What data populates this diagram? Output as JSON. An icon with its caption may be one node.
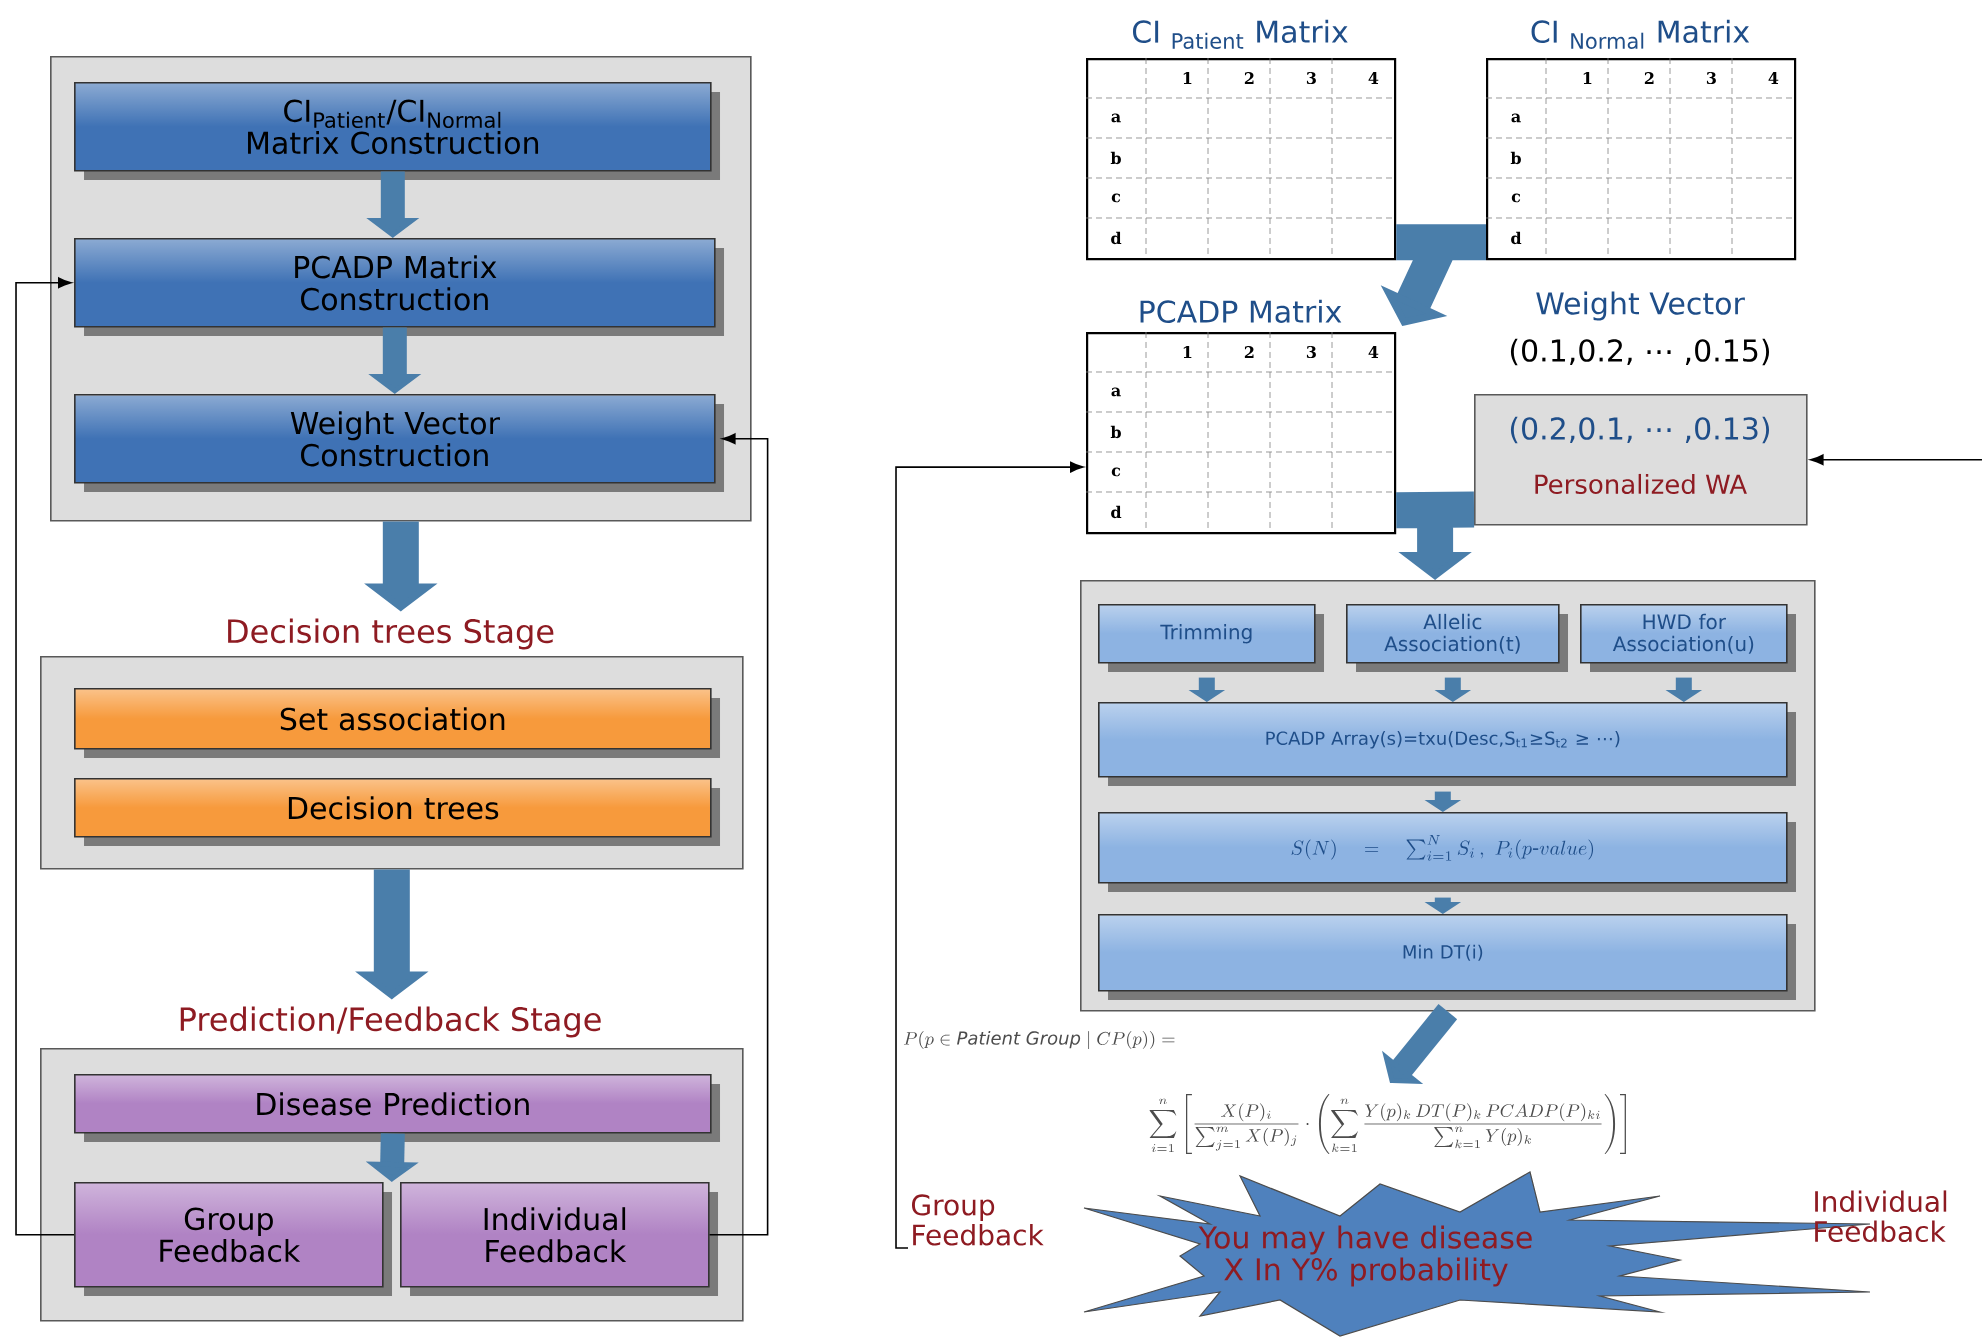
{
  "diagram": {
    "nodes": [
      {
        "text": [],
        "shape": "box"
      },
      {
        "text": [
          "CI$_{Patient}$/CI$_{Normal}$ Matrix Construction"
        ],
        "in": 0
      },
      {
        "text": [
          "PCADP Matrix Construction"
        ],
        "in": 0
      },
      {
        "text": [
          "Weight Vector Construction"
        ],
        "in": 0
      },
      {
        "text": [
          "Decision trees Stage"
        ]
      },
      {
        "text": [
          "Set association"
        ],
        "in": 4
      },
      {
        "text": [
          "Decision trees"
        ],
        "in": 4
      },
      {
        "text": [
          "Prediction/Feedback Stage"
        ]
      },
      {
        "text": [
          "Disease Prediction"
        ],
        "in": 7
      },
      {
        "text": [
          "Group Feedback"
        ],
        "in": 7
      },
      {
        "text": [
          "Individual Feedback"
        ],
        "in": 7
      },
      {
        "text": [
          "CI $_{Patient}$ Matrix",
          "1",
          "2",
          "3",
          "4",
          "a",
          "b",
          "c",
          "d"
        ]
      },
      {
        "text": [
          "CI $_{Normal}$ Matrix",
          "1",
          "2",
          "3",
          "4",
          "a",
          "b",
          "c",
          "d"
        ]
      },
      {
        "text": [
          "PCADP Matrix",
          "1",
          "2",
          "3",
          "4",
          "a",
          "b",
          "c",
          "d"
        ]
      },
      {
        "text": [
          "Weight Vector",
          "(0.1,0.2, ⋯ ,0.15)",
          "(0.2,0.1, ⋯ ,0.13)",
          "Personalized WA"
        ]
      },
      {
        "text": [],
        "shape": "box"
      },
      {
        "text": [
          "Trimming"
        ],
        "in": 15
      },
      {
        "text": [
          "Allelic Association(t)"
        ],
        "in": 15
      },
      {
        "text": [
          "HWD for Association(u)"
        ],
        "in": 15
      },
      {
        "text": [
          "PCADP Array(s)=txu(Desc,S$_{t1}$≥S$_{t2}$ ≥ ⋯)"
        ],
        "in": 15
      },
      {
        "text": [
          "S(N)=\\sum_{i=1}^{N}S_i\\,,\\ P_i(p\\mbox{-}value)"
        ],
        "in": 15
      },
      {
        "text": [
          "Min DT(i)"
        ],
        "in": 15
      },
      {
        "text": [
          "P(p\\in \\mathit{Patient\\ Group}\\mid CP(p)) =",
          "\\sum_{i=1}^{n}\\left[\\frac{X(P)_i}{\\sum_{j=1}^{m}X(P)_j}\\cdot\\left(\\sum_{k=1}^{n}\\frac{Y(p)_k\\,DT(P)_k\\,PCADP(P)_{ki}}{\\sum_{k=1}^{n}Y(p)_k}\\right)\\right]"
        ]
      },
      {
        "text": [
          "You may have disease X In Y% probability"
        ]
      },
      {
        "text": [
          "Group Feedback"
        ]
      },
      {
        "text": [
          "Individual Feedback"
        ]
      }
    ],
    "edges": [
      {
        "from": 1,
        "to": 2,
        "arrow": "to"
      },
      {
        "from": 2,
        "to": 3,
        "arrow": "to"
      },
      {
        "from": 0,
        "to": 4,
        "arrow": "to"
      },
      {
        "from": 4,
        "to": 7,
        "arrow": "to"
      },
      {
        "from": 8,
        "to": 9,
        "arrow": "to"
      },
      {
        "from": 8,
        "to": 10,
        "arrow": "to"
      },
      {
        "from": 9,
        "to": 2,
        "arrow": "to",
        "color": "#000000"
      },
      {
        "from": 10,
        "to": 3,
        "arrow": "to",
        "color": "#000000"
      },
      {
        "from": 11,
        "to": 13,
        "arrow": "to"
      },
      {
        "from": 12,
        "to": 13,
        "arrow": "to"
      },
      {
        "from": 13,
        "to": 15,
        "arrow": "to"
      },
      {
        "from": 14,
        "to": 15,
        "arrow": "to"
      },
      {
        "from": 16,
        "to": 19,
        "arrow": "to"
      },
      {
        "from": 17,
        "to": 19,
        "arrow": "to"
      },
      {
        "from": 18,
        "to": 19,
        "arrow": "to"
      },
      {
        "from": 19,
        "to": 20,
        "arrow": "to"
      },
      {
        "from": 20,
        "to": 21,
        "arrow": "to"
      },
      {
        "from": 15,
        "to": 22,
        "arrow": "to"
      },
      {
        "from": 24,
        "to": 13,
        "arrow": "to",
        "color": "#000000"
      },
      {
        "from": 25,
        "to": 14,
        "arrow": "to",
        "color": "#000000"
      }
    ]
  }
}
